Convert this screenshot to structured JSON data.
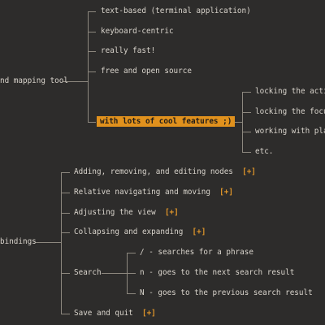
{
  "colors": {
    "background": "#2d2c2b",
    "text": "#d9d4cc",
    "accent": "#e0962a",
    "selected_bg": "#e0911d",
    "lines": "#8d887f"
  },
  "tree": {
    "root_label": "nd mapping tool",
    "features": [
      "text-based (terminal application)",
      "keyboard-centric",
      "really fast!",
      "free and open source"
    ],
    "selected_node": "with lots of cool features ;)",
    "cool_features": [
      "locking the active",
      "locking the focus o",
      "working with plain",
      "etc."
    ],
    "bindings_label": "bindings",
    "binding_items": [
      {
        "label": "Adding, removing, and editing nodes",
        "marker": "[+]"
      },
      {
        "label": "Relative navigating and moving",
        "marker": "[+]"
      },
      {
        "label": "Adjusting the view",
        "marker": "[+]"
      },
      {
        "label": "Collapsing and expanding",
        "marker": "[+]"
      },
      {
        "label": "Search",
        "marker": ""
      },
      {
        "label": "Save and quit",
        "marker": "[+]"
      }
    ],
    "search_items": [
      "/ - searches for a phrase",
      "n - goes to the next search result",
      "N - goes to the previous search result"
    ]
  }
}
